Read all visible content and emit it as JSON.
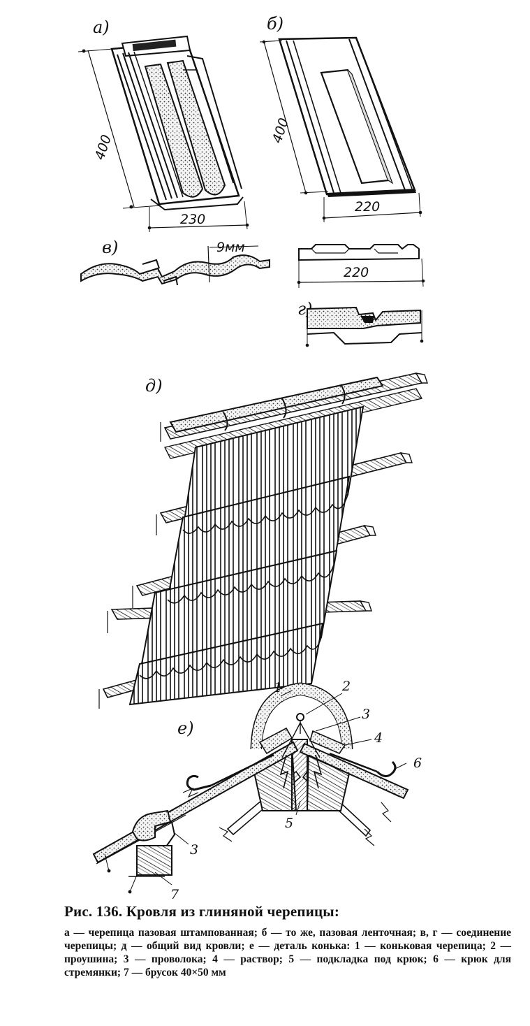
{
  "figure": {
    "panels": {
      "a": "а)",
      "b": "б)",
      "v": "в)",
      "g": "г)",
      "d": "д)",
      "e": "е)"
    },
    "dimensions": {
      "a_height": "400",
      "a_width": "230",
      "b_height": "400",
      "b_width": "220",
      "v_thickness": "9мм",
      "g_width": "220"
    },
    "callouts": [
      "1",
      "2",
      "3",
      "4",
      "5",
      "6",
      "3",
      "7"
    ]
  },
  "caption": {
    "title": "Рис. 136. Кровля из глиняной черепицы:",
    "body": "а — черепица пазовая штампованная; б — то же, пазовая ленточная; в, г — соединение черепицы; д — общий вид кровли; е — деталь конька: 1 — коньковая черепица; 2 — проушина; 3 — проволока; 4 — раствор; 5 — подкладка под крюк; 6 — крюк для стремянки; 7 — брусок 40×50 мм"
  }
}
